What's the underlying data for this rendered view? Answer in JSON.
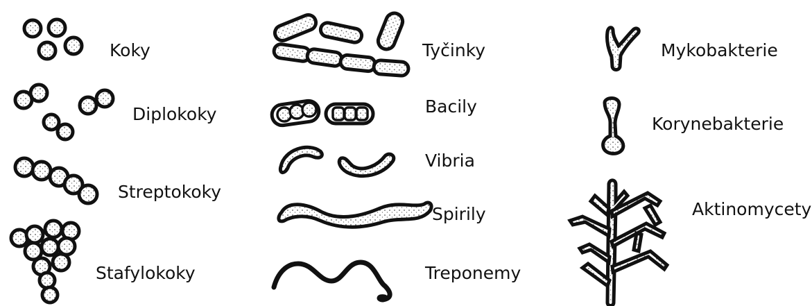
{
  "labels": {
    "koky": "Koky",
    "diplokoky": "Diplokoky",
    "streptokoky": "Streptokoky",
    "stafylokoky": "Stafylokoky",
    "tycinky": "Tyčinky",
    "bacily": "Bacily",
    "vibria": "Vibria",
    "spirily": "Spirily",
    "treponemy": "Treponemy",
    "mykobakterie": "Mykobakterie",
    "korynebakterie": "Korynebakterie",
    "aktinomycety": "Aktinomycety"
  }
}
